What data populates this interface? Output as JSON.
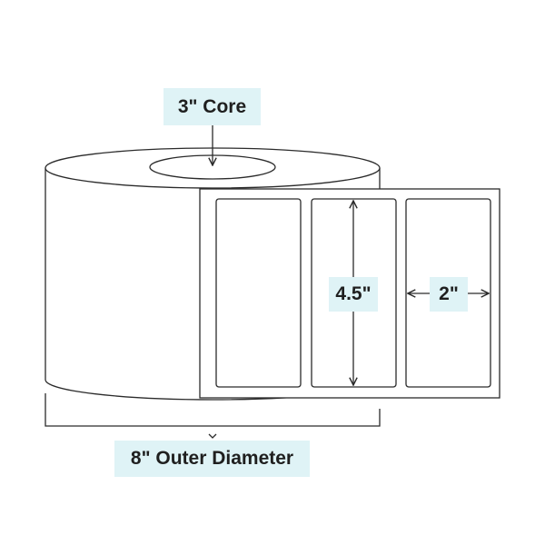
{
  "labels": {
    "core": "3\" Core",
    "label_height": "4.5\"",
    "label_width": "2\"",
    "outer_diameter": "8\" Outer Diameter"
  },
  "colors": {
    "stroke": "#2b2b2b",
    "callout_bg": "#dff3f6",
    "text": "#1f1f1f"
  },
  "labels_on_web_count": 3
}
